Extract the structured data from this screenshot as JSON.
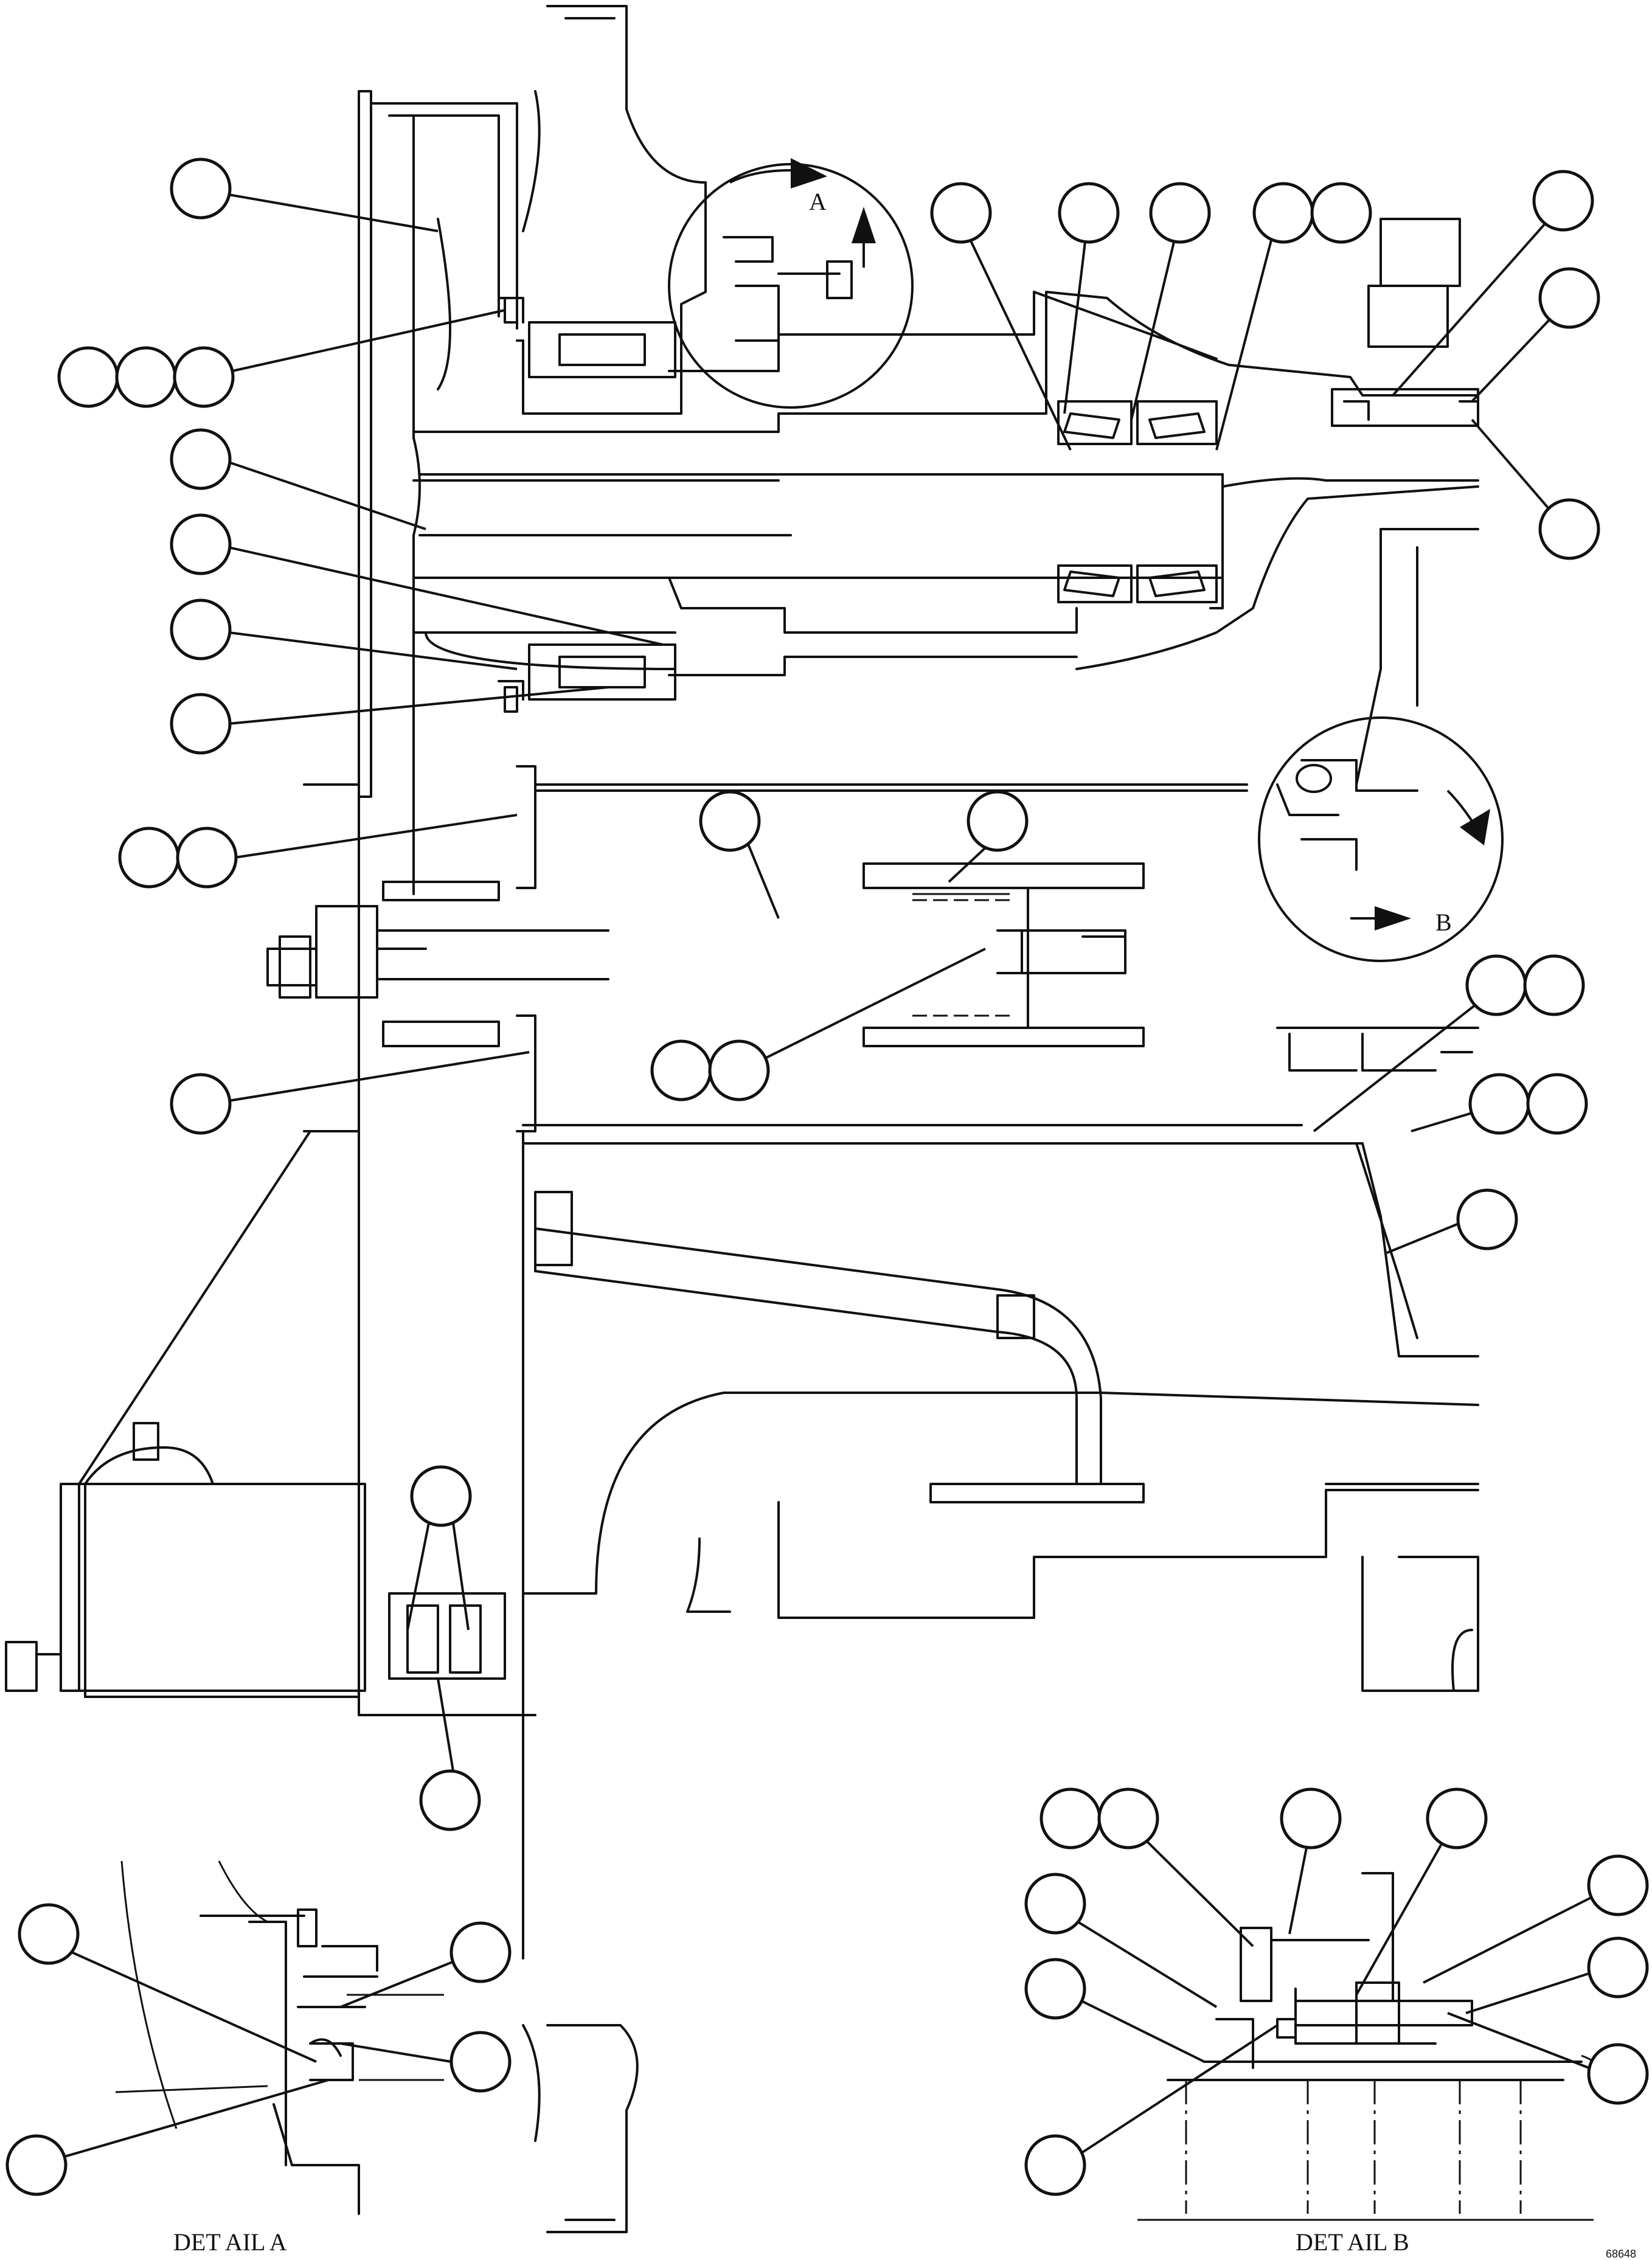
{
  "detail_labels": {
    "detail_a_title": "DET      AIL      A",
    "detail_b_title": "DET      AIL      B",
    "view_a_marker": "A",
    "view_b_marker": "B",
    "drawing_number": "68648"
  }
}
